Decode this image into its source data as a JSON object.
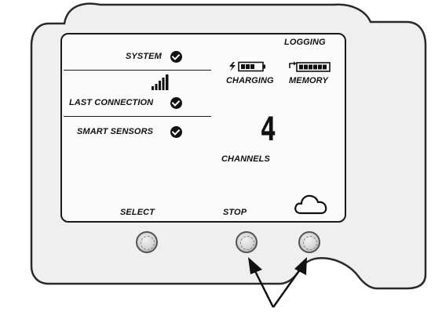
{
  "screen": {
    "logging_label": "LOGGING",
    "system_label": "SYSTEM",
    "last_connection_label": "LAST CONNECTION",
    "smart_sensors_label": "SMART SENSORS",
    "charging_label": "CHARGING",
    "memory_label": "MEMORY",
    "channels_count": "4",
    "channels_label": "CHANNELS"
  },
  "buttons": {
    "select_label": "SELECT",
    "stop_label": "STOP"
  },
  "icons": {
    "status_check": "check-circle-icon",
    "signal": "signal-strength-icon",
    "battery": "battery-charging-icon",
    "memory": "memory-icon",
    "cloud": "cloud-icon",
    "pointer": "arrow-icon"
  }
}
